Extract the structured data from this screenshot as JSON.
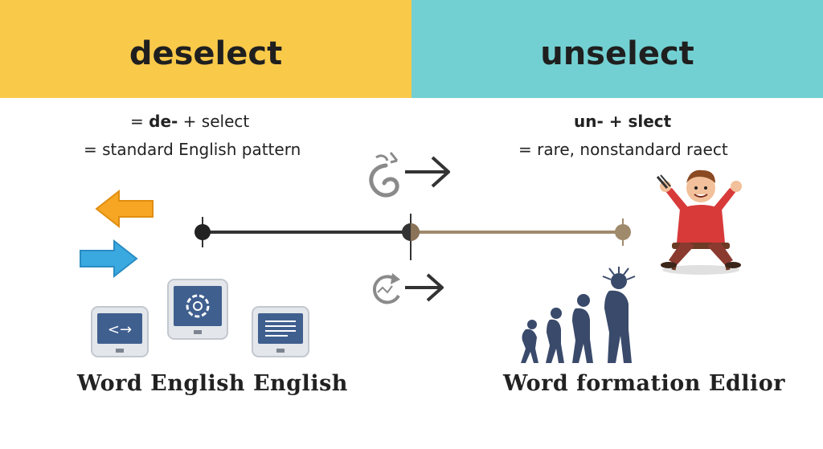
{
  "left": {
    "title": "deselect",
    "formula_prefix": "= ",
    "formula_bold": "de-",
    "formula_rest": " + select",
    "note": "= standard English pattern",
    "caption": "Word English English"
  },
  "right": {
    "title": "unselect",
    "formula": "un- + slect",
    "note": "= rare, nonstandard raect",
    "caption": "Word formation Edlior"
  },
  "colors": {
    "left_band": "#f9c94a",
    "right_band": "#73d0d2",
    "timeline_left": "#333333",
    "timeline_right": "#a08a6c",
    "arrow_orange": "#f6a623",
    "arrow_blue": "#3aa9e0",
    "monitor_blue": "#3f5f8f",
    "silhouette": "#3a4a6b"
  },
  "icons": {
    "orange_arrow": "arrow-left-icon",
    "blue_arrow": "arrow-right-icon",
    "monitor_1": "code-brackets-icon",
    "monitor_2": "settings-icon",
    "monitor_3": "document-lines-icon",
    "top_center": "hook-arrow-icon",
    "bottom_center": "refresh-arrow-icon",
    "person": "cheering-person-icon",
    "evolution": "evolution-silhouettes-icon"
  }
}
